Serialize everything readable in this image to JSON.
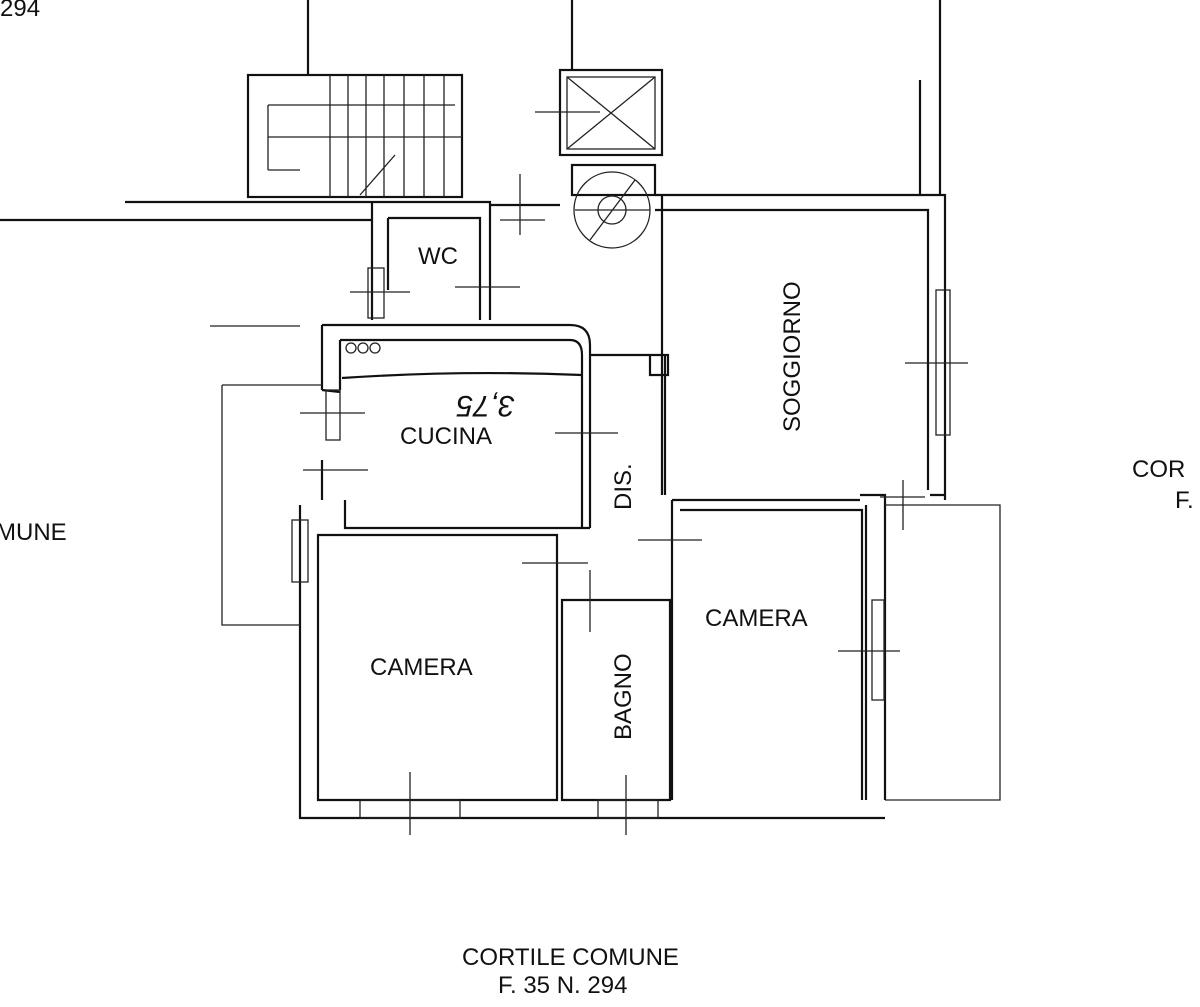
{
  "plan": {
    "corner_ref": "294",
    "rooms": {
      "wc": "WC",
      "soggiorno": "SOGGIORNO",
      "cucina": "CUCINA",
      "dis": "DIS.",
      "camera_left": "CAMERA",
      "bagno": "BAGNO",
      "camera_right": "CAMERA"
    },
    "height_note": "3,75",
    "left_label": "MUNE",
    "right_label_1": "COR",
    "right_label_2": "F.",
    "bottom_label_1": "CORTILE COMUNE",
    "bottom_label_2": "F. 35 N. 294"
  }
}
